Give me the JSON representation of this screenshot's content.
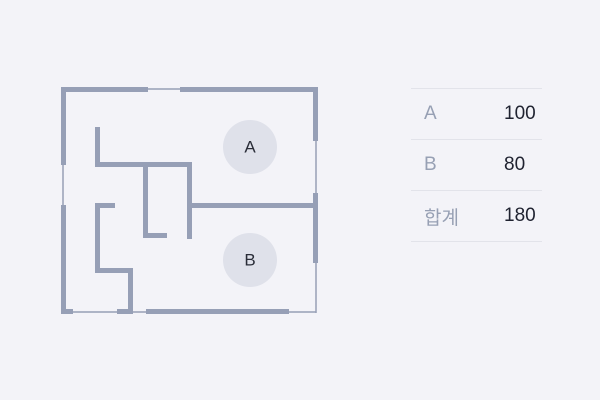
{
  "rooms": [
    {
      "id": "A",
      "label": "A"
    },
    {
      "id": "B",
      "label": "B"
    }
  ],
  "area_table": {
    "rows": [
      {
        "label": "A",
        "value": "100"
      },
      {
        "label": "B",
        "value": "80"
      },
      {
        "label": "합계",
        "value": "180"
      }
    ]
  },
  "colors": {
    "background": "#f3f3f8",
    "wall": "#969fb6",
    "marker": "#dfe1ea",
    "value_text": "#1f2230",
    "label_text": "#97a0b4"
  }
}
